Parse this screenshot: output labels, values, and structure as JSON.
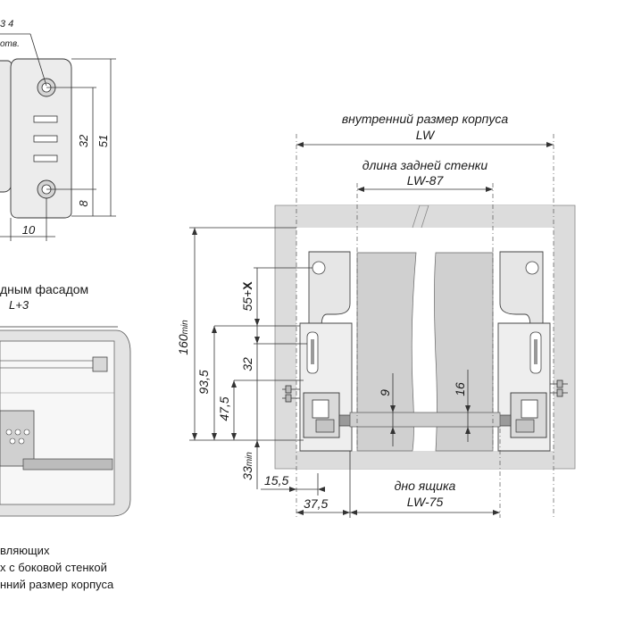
{
  "top_left": {
    "callout_line1": "3 4",
    "callout_line2": "отв.",
    "dim_32": "32",
    "dim_51": "51",
    "dim_8": "8",
    "dim_10": "10"
  },
  "mid_left": {
    "caption_line1": "дным фасадом",
    "caption_line2": "L+3"
  },
  "bottom_left": {
    "note_line1": "вляющих",
    "note_line2": "х с боковой стенкой",
    "note_line3": "нний размер корпуса"
  },
  "main": {
    "inner_size_label": "внутренний размер корпуса",
    "inner_size_value": "LW",
    "back_wall_label": "длина задней стенки",
    "back_wall_value": "LW-87",
    "drawer_bottom_label": "дно ящика",
    "drawer_bottom_value": "LW-75",
    "dim_160": "160",
    "dim_160_suffix": "min",
    "dim_55x": "55+",
    "dim_55x_bold": "X",
    "dim_32": "32",
    "dim_93_5": "93,5",
    "dim_47_5": "47,5",
    "dim_33": "33",
    "dim_33_suffix": "min",
    "dim_9": "9",
    "dim_16": "16",
    "dim_15_5": "15,5",
    "dim_37_5": "37,5"
  }
}
